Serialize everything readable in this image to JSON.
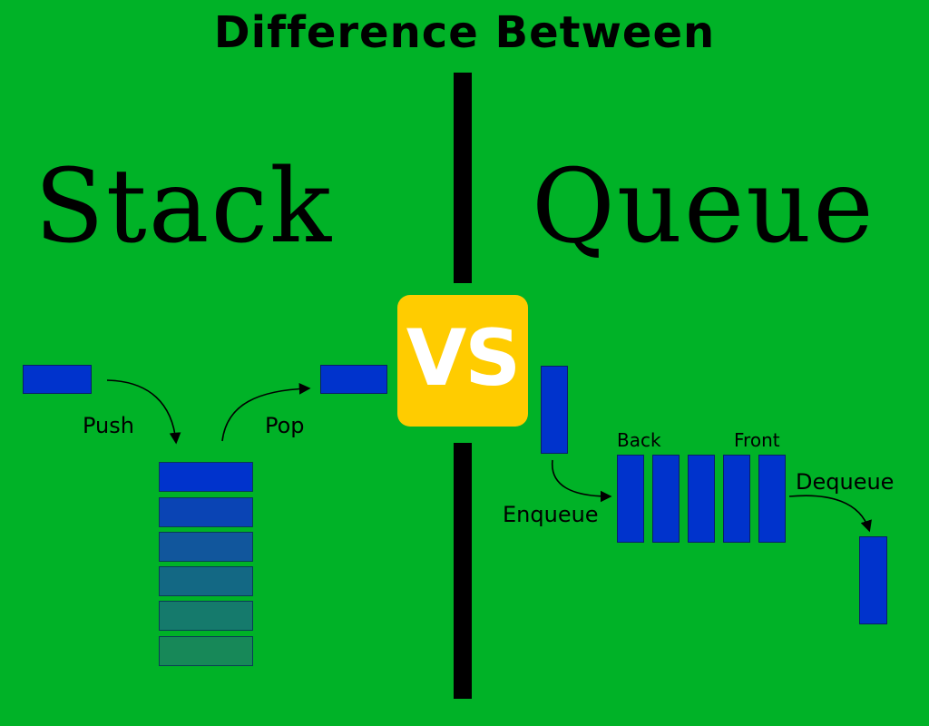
{
  "header": {
    "title": "Difference Between"
  },
  "left": {
    "title": "Stack",
    "push_label": "Push",
    "pop_label": "Pop"
  },
  "right": {
    "title": "Queue",
    "back_label": "Back",
    "front_label": "Front",
    "enqueue_label": "Enqueue",
    "dequeue_label": "Dequeue"
  },
  "badge": {
    "text": "VS"
  },
  "colors": {
    "background": "#00b227",
    "badge": "#ffcc00",
    "block": "#0033cc",
    "stack_gradient": [
      "#0033cc",
      "#0a44b4",
      "#11569c",
      "#136884",
      "#157a6c",
      "#178858"
    ]
  }
}
